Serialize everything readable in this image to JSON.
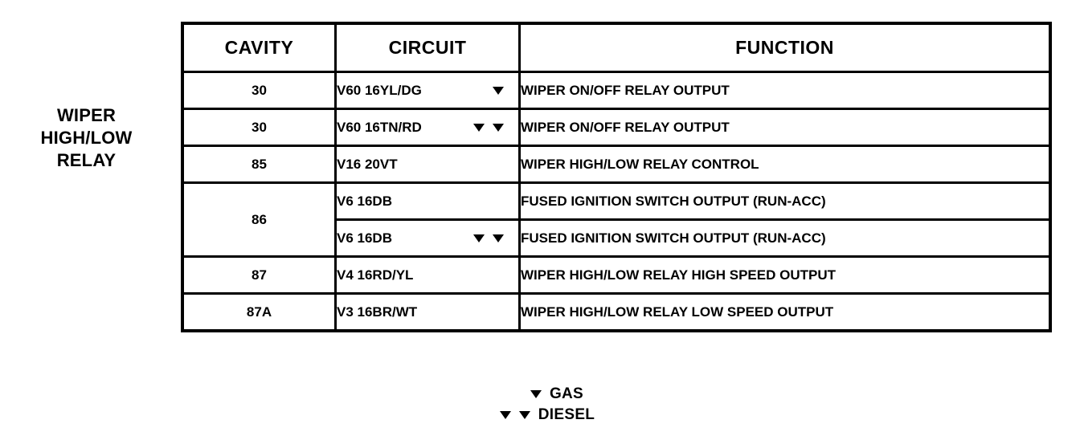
{
  "component": {
    "name_lines": [
      "WIPER",
      "HIGH/LOW",
      "RELAY"
    ]
  },
  "table": {
    "headers": {
      "cavity": "CAVITY",
      "circuit": "CIRCUIT",
      "function": "FUNCTION"
    },
    "rows": [
      {
        "cavity": "30",
        "circuit": "V60 16YL/DG",
        "markers": 1,
        "function": "WIPER ON/OFF RELAY OUTPUT"
      },
      {
        "cavity": "30",
        "circuit": "V60 16TN/RD",
        "markers": 2,
        "function": "WIPER ON/OFF RELAY OUTPUT"
      },
      {
        "cavity": "85",
        "circuit": "V16 20VT",
        "markers": 0,
        "function": "WIPER HIGH/LOW RELAY CONTROL"
      },
      {
        "cavity": "86",
        "circuit": "V6 16DB",
        "markers": 0,
        "function": "FUSED IGNITION SWITCH OUTPUT (RUN-ACC)"
      },
      {
        "cavity": "",
        "circuit": "V6 16DB",
        "markers": 2,
        "function": "FUSED IGNITION SWITCH OUTPUT (RUN-ACC)"
      },
      {
        "cavity": "87",
        "circuit": "V4 16RD/YL",
        "markers": 0,
        "function": "WIPER HIGH/LOW RELAY HIGH SPEED OUTPUT"
      },
      {
        "cavity": "87A",
        "circuit": "V3 16BR/WT",
        "markers": 0,
        "function": "WIPER HIGH/LOW RELAY LOW SPEED OUTPUT"
      }
    ]
  },
  "legend": {
    "entries": [
      {
        "markers": 1,
        "label": "GAS"
      },
      {
        "markers": 2,
        "label": "DIESEL"
      }
    ]
  },
  "colors": {
    "background": "#ffffff",
    "ink": "#000000",
    "border": "#000000"
  }
}
